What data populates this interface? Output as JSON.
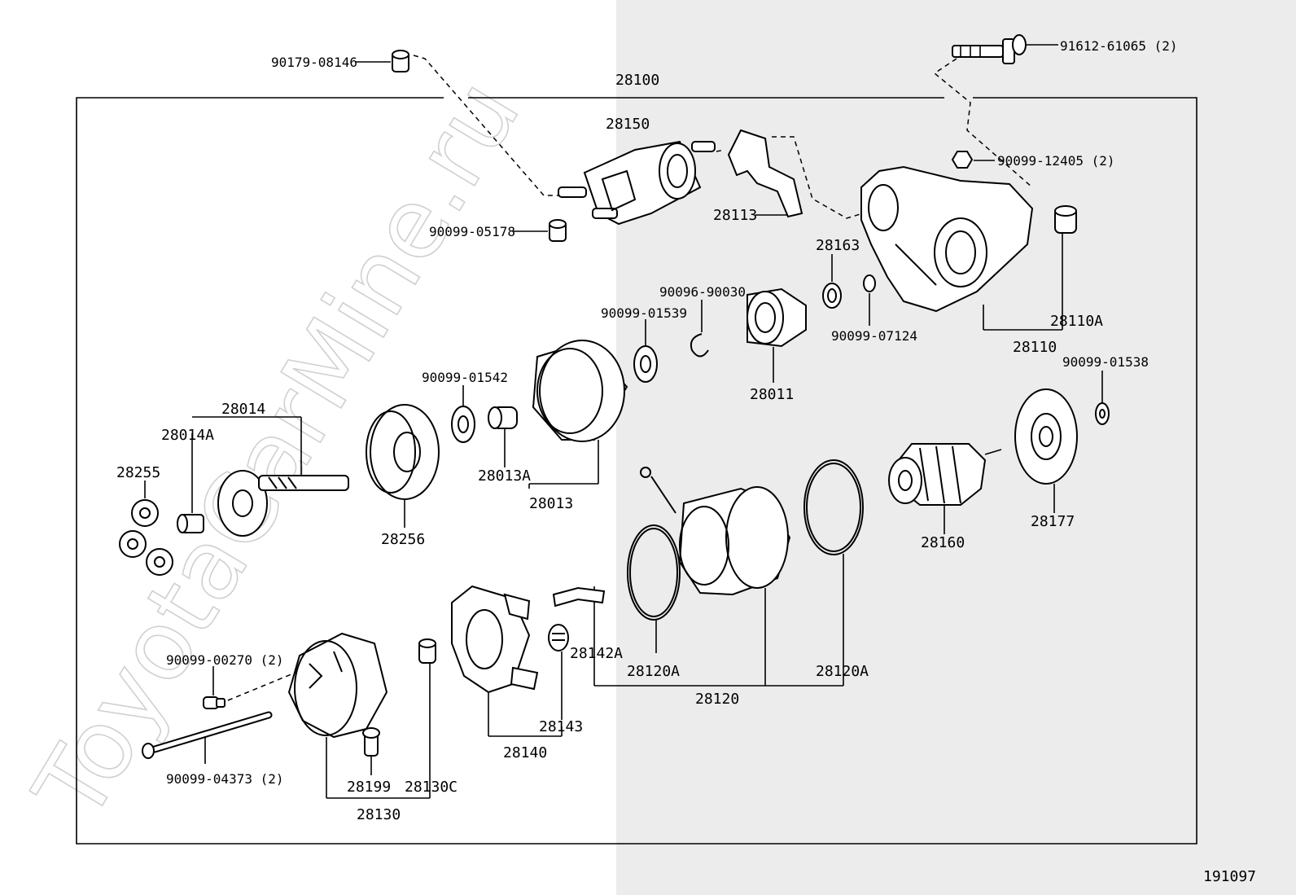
{
  "diagram": {
    "figure_code": "191097",
    "watermark": "ToyotaCarMine.ru",
    "assembly": "28100",
    "labels": {
      "p90179_08146": "90179-08146",
      "p91612_61065": "91612-61065 (2)",
      "p28150": "28150",
      "p28113": "28113",
      "p90099_12405": "90099-12405 (2)",
      "p90099_05178": "90099-05178",
      "p28163": "28163",
      "p90096_90030": "90096-90030",
      "p90099_01539": "90099-01539",
      "p90099_07124": "90099-07124",
      "p28110A": "28110A",
      "p28110": "28110",
      "p90099_01538": "90099-01538",
      "p28011": "28011",
      "p90099_01542": "90099-01542",
      "p28014": "28014",
      "p28014A": "28014A",
      "p28255": "28255",
      "p28013A": "28013A",
      "p28013": "28013",
      "p28256": "28256",
      "p28160": "28160",
      "p28177": "28177",
      "p90099_00270": "90099-00270 (2)",
      "p28142A": "28142A",
      "p28120A_l": "28120A",
      "p28120A_r": "28120A",
      "p28120": "28120",
      "p28143": "28143",
      "p28140": "28140",
      "p90099_04373": "90099-04373 (2)",
      "p28199": "28199",
      "p28130C": "28130C",
      "p28130": "28130"
    }
  }
}
